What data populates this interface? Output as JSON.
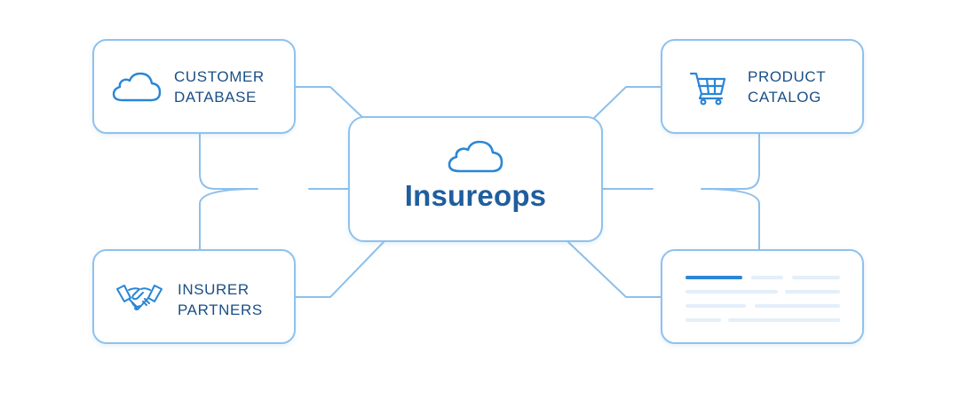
{
  "center": {
    "title": "Insureops",
    "icon": "cloud-icon"
  },
  "nodes": {
    "customer_database": {
      "line1": "CUSTOMER",
      "line2": "DATABASE",
      "icon": "cloud-icon"
    },
    "product_catalog": {
      "line1": "PRODUCT",
      "line2": "CATALOG",
      "icon": "shopping-cart-icon"
    },
    "insurer_partners": {
      "line1": "INSURER",
      "line2": "PARTNERS",
      "icon": "handshake-icon"
    },
    "report": {
      "icon": "document-lines-icon"
    }
  },
  "colors": {
    "border": "#8ec2ee",
    "connector": "#8cc0ec",
    "text": "#1a4f86",
    "title": "#1f5e9e",
    "accent": "#2a86d6",
    "placeholder": "#e3eff9"
  }
}
